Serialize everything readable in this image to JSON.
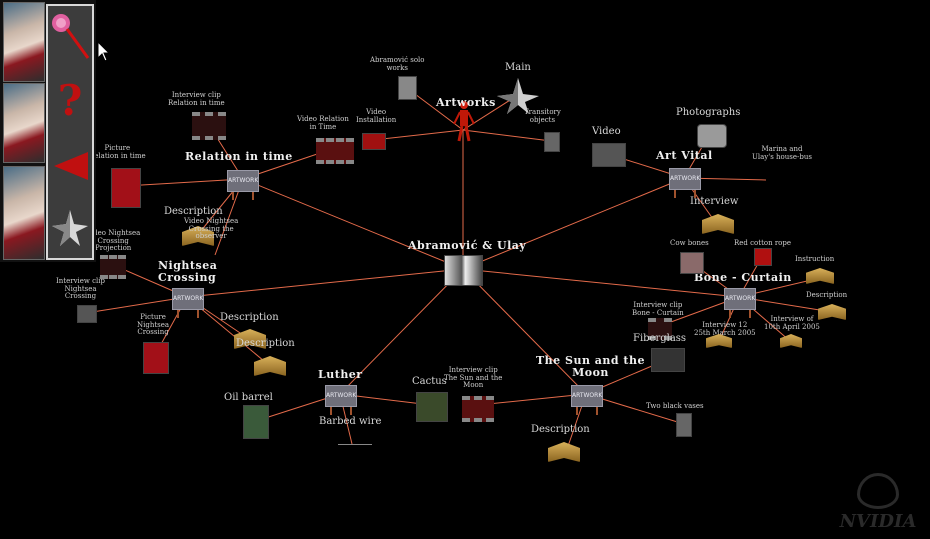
{
  "center": {
    "label": "Abramović & Ulay"
  },
  "hubs": {
    "artworks": "Artworks",
    "relation_in_time": "Relation in time",
    "art_vital": "Art Vital",
    "nightsea_crossing": "Nightsea\nCrossing",
    "bone_curtain": "Bone - Curtain",
    "luther": "Luther",
    "sun_and_moon": "The Sun and the\nMoon"
  },
  "artwork_tag": "ARTWORK",
  "leaves": {
    "abramovic_solo": "Abramović solo\nworks",
    "main": "Main",
    "transitory": "Transitory\nobjects",
    "video_installation": "Video\nInstallation",
    "video_relation_in_time": "Video Relation\nin Time",
    "interview_relation": "Interview clip\nRelation in time",
    "picture_relation": "Picture\nRelation in time",
    "description_relation": "Description",
    "video_nightsea_projection": "Video Nightsea\nCrossing the\nobserver",
    "photographs": "Photographs",
    "video_art_vital": "Video",
    "marina_ulay_housebus": "Marina and\nUlay's house-bus",
    "interview_art_vital": "Interview",
    "video_nightsea": "Video Nightsea\nCrossing\nProjection",
    "interview_nightsea": "Interview clip\nNightsea\nCrossing",
    "picture_nightsea": "Picture\nNightsea\nCrossing",
    "description_nightsea": "Description",
    "description_nightsea2": "Description",
    "cow_bones": "Cow bones",
    "red_cotton_rope": "Red cotton rope",
    "instruction": "Instruction",
    "description_bone": "Description",
    "interview_bone_curtain": "Interview clip\nBone - Curtain",
    "interview_march": "Interview 12\n25th March 2005",
    "interview_april": "Interview of\n10th April 2005",
    "fiberglass": "Fiberglass",
    "oil_barrel": "Oil barrel",
    "barbed_wire": "Barbed wire",
    "cactus": "Cactus",
    "interview_sun_moon": "Interview clip\nThe Sun and the\nMoon",
    "two_black_vases": "Two black vases",
    "description_sun_moon": "Description"
  },
  "toolbar": {
    "lollipop": "lollipop-icon",
    "help": "question-mark-icon",
    "back": "back-arrow-icon",
    "star": "star-icon"
  },
  "logo": "NVIDIA",
  "colors": {
    "edge": "#e36a4a",
    "background": "#000000",
    "panel_border": "#d8d8d8"
  }
}
